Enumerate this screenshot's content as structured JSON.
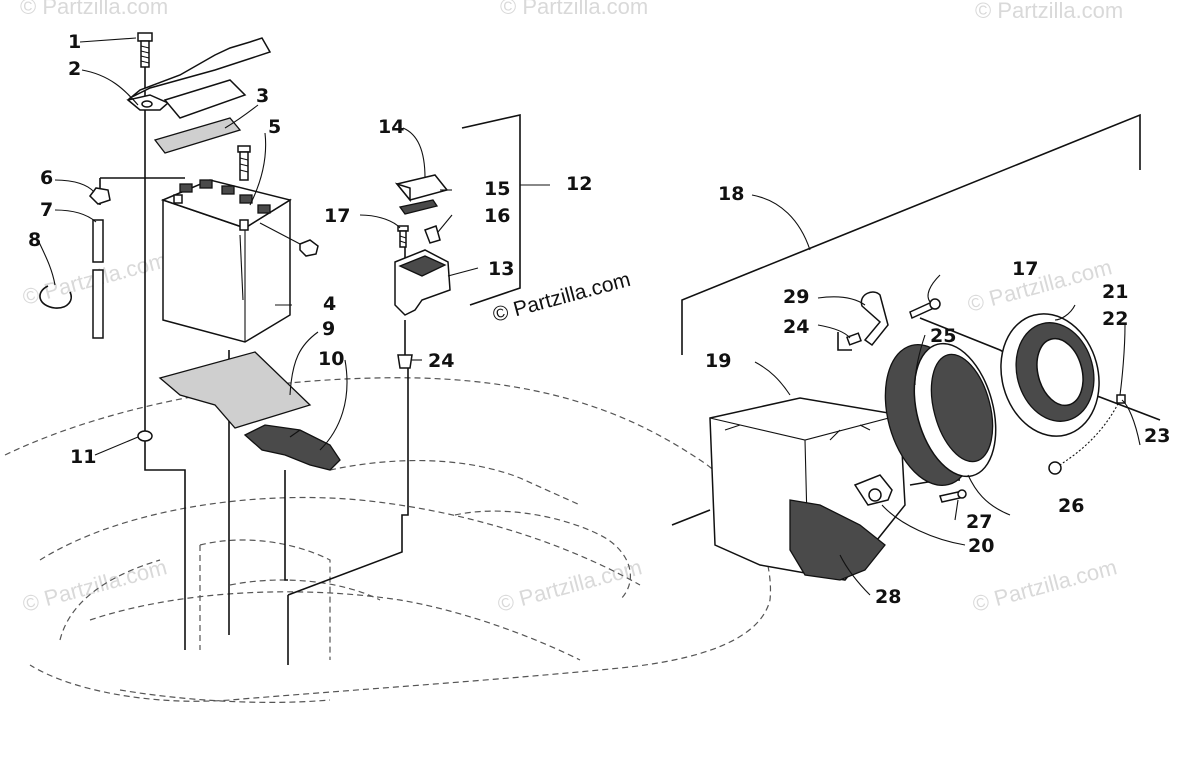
{
  "watermark": "© Partzilla.com",
  "callouts": {
    "c1": "1",
    "c2": "2",
    "c3": "3",
    "c4": "4",
    "c5": "5",
    "c6": "6",
    "c7": "7",
    "c8": "8",
    "c9": "9",
    "c10": "10",
    "c11": "11",
    "c12": "12",
    "c13": "13",
    "c14": "14",
    "c15": "15",
    "c16": "16",
    "c17a": "17",
    "c17b": "17",
    "c18": "18",
    "c19": "19",
    "c20": "20",
    "c21": "21",
    "c22": "22",
    "c23": "23",
    "c24a": "24",
    "c24b": "24",
    "c25": "25",
    "c26": "26",
    "c27": "27",
    "c28": "28",
    "c29": "29"
  }
}
